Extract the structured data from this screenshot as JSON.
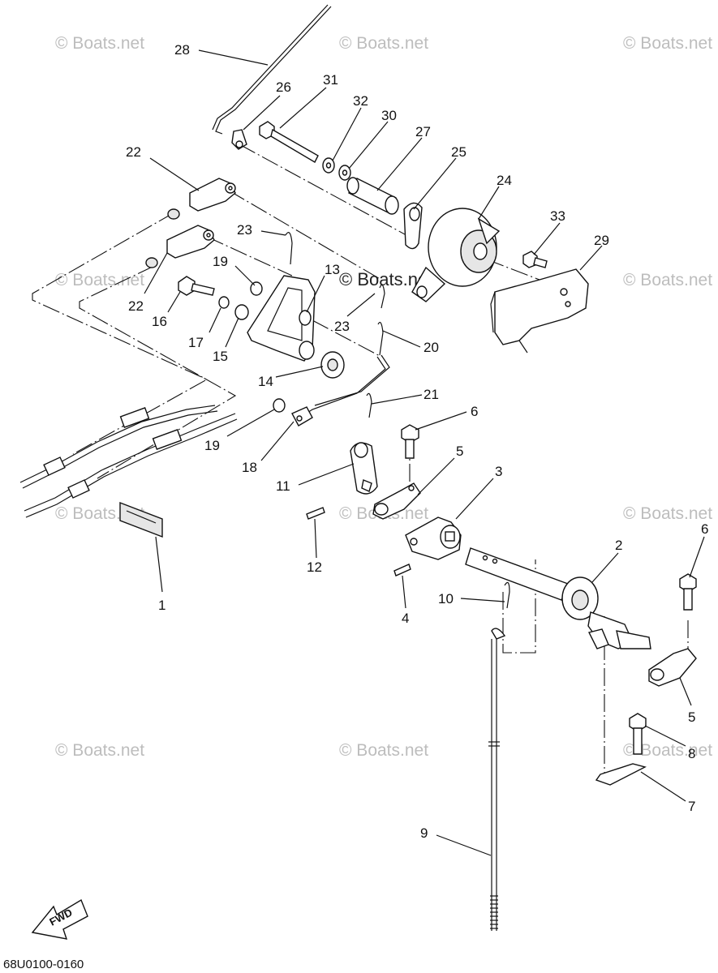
{
  "diagram": {
    "code": "68U0100-0160",
    "fwd_label": "FWD",
    "watermark": "© Boats.net",
    "labels": [
      {
        "id": "l28",
        "text": "28"
      },
      {
        "id": "l26",
        "text": "26"
      },
      {
        "id": "l31",
        "text": "31"
      },
      {
        "id": "l32",
        "text": "32"
      },
      {
        "id": "l30",
        "text": "30"
      },
      {
        "id": "l27",
        "text": "27"
      },
      {
        "id": "l25",
        "text": "25"
      },
      {
        "id": "l24",
        "text": "24"
      },
      {
        "id": "l22a",
        "text": "22"
      },
      {
        "id": "l33",
        "text": "33"
      },
      {
        "id": "l29",
        "text": "29"
      },
      {
        "id": "l23a",
        "text": "23"
      },
      {
        "id": "l19a",
        "text": "19"
      },
      {
        "id": "l13",
        "text": "13"
      },
      {
        "id": "l22b",
        "text": "22"
      },
      {
        "id": "l16",
        "text": "16"
      },
      {
        "id": "l23b",
        "text": "23"
      },
      {
        "id": "l17",
        "text": "17"
      },
      {
        "id": "l15",
        "text": "15"
      },
      {
        "id": "l20",
        "text": "20"
      },
      {
        "id": "l14",
        "text": "14"
      },
      {
        "id": "l21",
        "text": "21"
      },
      {
        "id": "l6a",
        "text": "6"
      },
      {
        "id": "l19b",
        "text": "19"
      },
      {
        "id": "l5a",
        "text": "5"
      },
      {
        "id": "l18",
        "text": "18"
      },
      {
        "id": "l3",
        "text": "3"
      },
      {
        "id": "l11",
        "text": "11"
      },
      {
        "id": "l12",
        "text": "12"
      },
      {
        "id": "l2",
        "text": "2"
      },
      {
        "id": "l6b",
        "text": "6"
      },
      {
        "id": "l1",
        "text": "1"
      },
      {
        "id": "l10",
        "text": "10"
      },
      {
        "id": "l4",
        "text": "4"
      },
      {
        "id": "l5b",
        "text": "5"
      },
      {
        "id": "l8",
        "text": "8"
      },
      {
        "id": "l7",
        "text": "7"
      },
      {
        "id": "l9",
        "text": "9"
      }
    ]
  }
}
